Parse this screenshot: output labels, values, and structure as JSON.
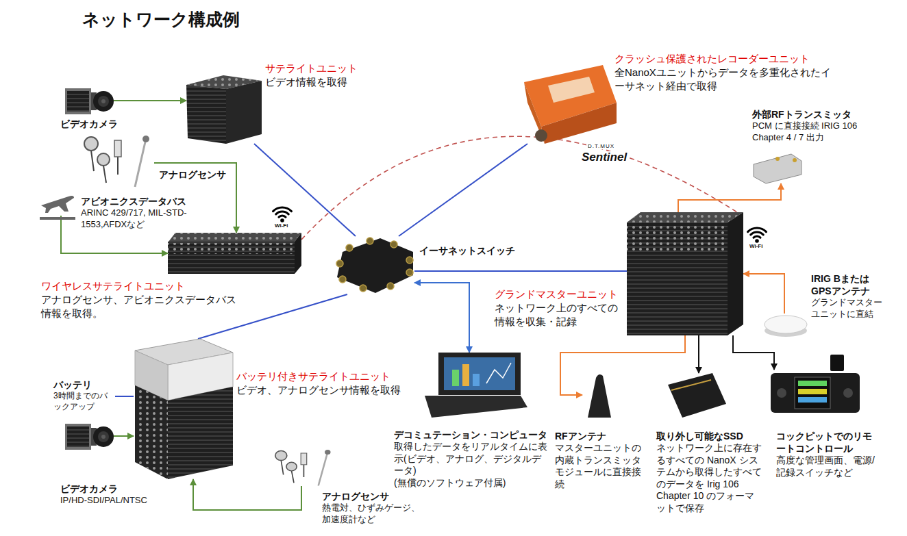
{
  "diagram": {
    "title": "ネットワーク構成例",
    "nodes": [
      {
        "text": [
          "サテライトユニット",
          "ビデオ情報を取得"
        ]
      },
      {
        "text": [
          "ビデオカメラ"
        ]
      },
      {
        "text": [
          "アナログセンサ"
        ]
      },
      {
        "text": [
          "アビオニクスデータバス",
          "ARINC 429/717, MIL-STD-1553,AFDXなど"
        ]
      },
      {
        "text": [
          "ワイヤレスサテライトユニット",
          "アナログセンサ、アビオニクスデータバス情報を取得。"
        ]
      },
      {
        "text": [
          "イーサネットスイッチ"
        ]
      },
      {
        "text": [
          "クラッシュ保護されたレコーダーユニット",
          "全NanoXユニットからデータを多重化されたイーサネット経由で取得"
        ]
      },
      {
        "text": [
          "外部RFトランスミッタ",
          "PCM に直接接続 IRIG 106 Chapter 4 / 7 出力"
        ]
      },
      {
        "text": [
          "グランドマスターユニット",
          "ネットワーク上のすべての情報を収集・記録"
        ]
      },
      {
        "text": [
          "IRIG Bまたは GPSアンテナ",
          "グランドマスターユニットに直結"
        ]
      },
      {
        "text": [
          "バッテリ付きサテライトユニット",
          "ビデオ、アナログセンサ情報を取得"
        ]
      },
      {
        "text": [
          "バッテリ",
          "3時間までのバックアップ"
        ]
      },
      {
        "text": [
          "ビデオカメラ",
          "IP/HD-SDI/PAL/NTSC"
        ]
      },
      {
        "text": [
          "アナログセンサ",
          "熱電対、ひずみゲージ、加速度計など"
        ]
      },
      {
        "text": [
          "デコミュテーション・コンピュータ",
          "取得したデータをリアルタイムに表示(ビデオ、アナログ、デジタルデータ)",
          "(無償のソフトウェア付属)"
        ]
      },
      {
        "text": [
          "RFアンテナ",
          "マスターユニットの内蔵トランスミッタモジュールに直接接続"
        ]
      },
      {
        "text": [
          "取り外し可能なSSD",
          "ネットワーク上に存在するすべての NanoX システムから取得したすべてのデータを Irig 106 Chapter 10 のフォーマットで保存"
        ]
      },
      {
        "text": [
          "コックピットでのリモートコントロール",
          "高度な管理画面、電源/記録スイッチなど"
        ]
      }
    ],
    "edges": [
      {
        "from": 1,
        "to": 0,
        "arrow": "to"
      },
      {
        "from": 2,
        "to": 4,
        "arrow": "to"
      },
      {
        "from": 3,
        "to": 4,
        "arrow": "to"
      },
      {
        "from": 0,
        "to": 5,
        "arrow": "none"
      },
      {
        "from": 6,
        "to": 5,
        "arrow": "none"
      },
      {
        "from": 5,
        "to": 8,
        "arrow": "none"
      },
      {
        "from": 10,
        "to": 5,
        "arrow": "none"
      },
      {
        "from": 5,
        "to": 14,
        "arrow": "both"
      },
      {
        "from": 4,
        "to": 8,
        "arrow": "none"
      },
      {
        "from": 8,
        "to": 7,
        "arrow": "to"
      },
      {
        "from": 9,
        "to": 8,
        "arrow": "to"
      },
      {
        "from": 8,
        "to": 15,
        "arrow": "to"
      },
      {
        "from": 8,
        "to": 16,
        "arrow": "to"
      },
      {
        "from": 8,
        "to": 17,
        "arrow": "to"
      },
      {
        "from": 12,
        "to": 10,
        "arrow": "to"
      },
      {
        "from": 13,
        "to": 10,
        "arrow": "to"
      },
      {
        "from": 11,
        "to": 10,
        "arrow": "none"
      }
    ],
    "labels": [
      "Wi-Fi",
      "Wi-Fi",
      "D.T.MUX",
      "Sentinel"
    ]
  }
}
